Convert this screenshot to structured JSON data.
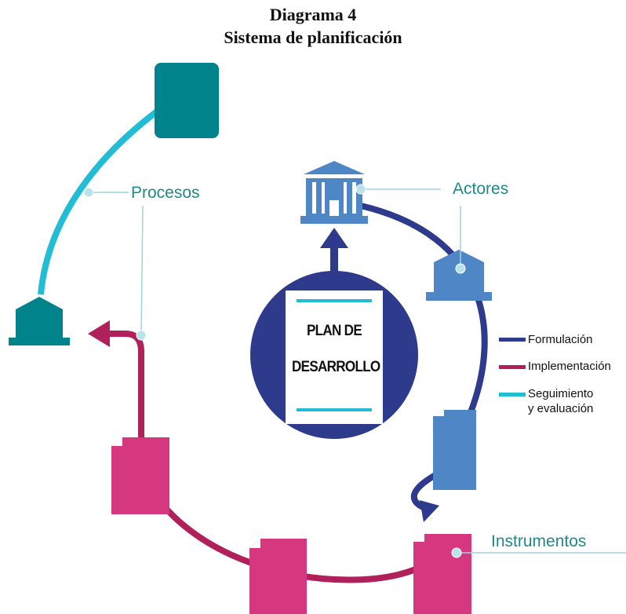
{
  "header": {
    "title": "Diagrama 4",
    "subtitle": "Sistema de planificación"
  },
  "labels": {
    "procesos": "Procesos",
    "actores": "Actores",
    "instrumentos": "Instrumentos"
  },
  "center": {
    "line1": "PLAN DE",
    "line2": "DESARROLLO"
  },
  "legend": [
    {
      "label": "Formulación",
      "color": "#2e3a8c"
    },
    {
      "label": "Implementación",
      "color": "#b0205a"
    },
    {
      "label": "Seguimiento",
      "label2": "y evaluación",
      "color": "#22bcd4"
    }
  ],
  "colors": {
    "teal": "#00838a",
    "navy": "#2e3a8c",
    "steel_blue": "#4f87c6",
    "magenta": "#d6387f",
    "crimson": "#b0205a",
    "cyan": "#22bcd4"
  }
}
